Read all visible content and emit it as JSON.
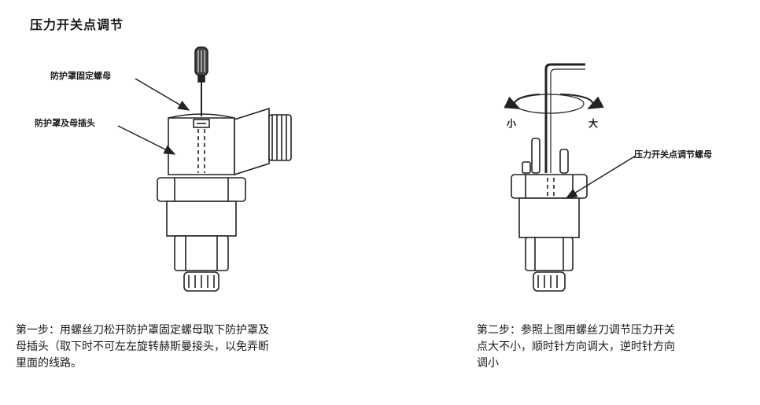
{
  "title": "压力开关点调节",
  "left_figure": {
    "callout_cap_screw": "防护罩固定螺母",
    "callout_cap_plug": "防护罩及母插头"
  },
  "right_figure": {
    "label_small": "小",
    "label_large": "大",
    "callout_adjust_nut": "压力开关点调节螺母"
  },
  "step1": {
    "line1": "第一步：用螺丝刀松开防护罩固定螺母取下防护罩及",
    "line2": "母插头（取下时不可左左旋转赫斯曼接头，以免弄断",
    "line3": "里面的线路。"
  },
  "step2": {
    "line1": "第二步：参照上图用螺丝刀调节压力开关",
    "line2": "点大不小，顺时针方向调大，逆时针方向",
    "line3": "调小"
  }
}
